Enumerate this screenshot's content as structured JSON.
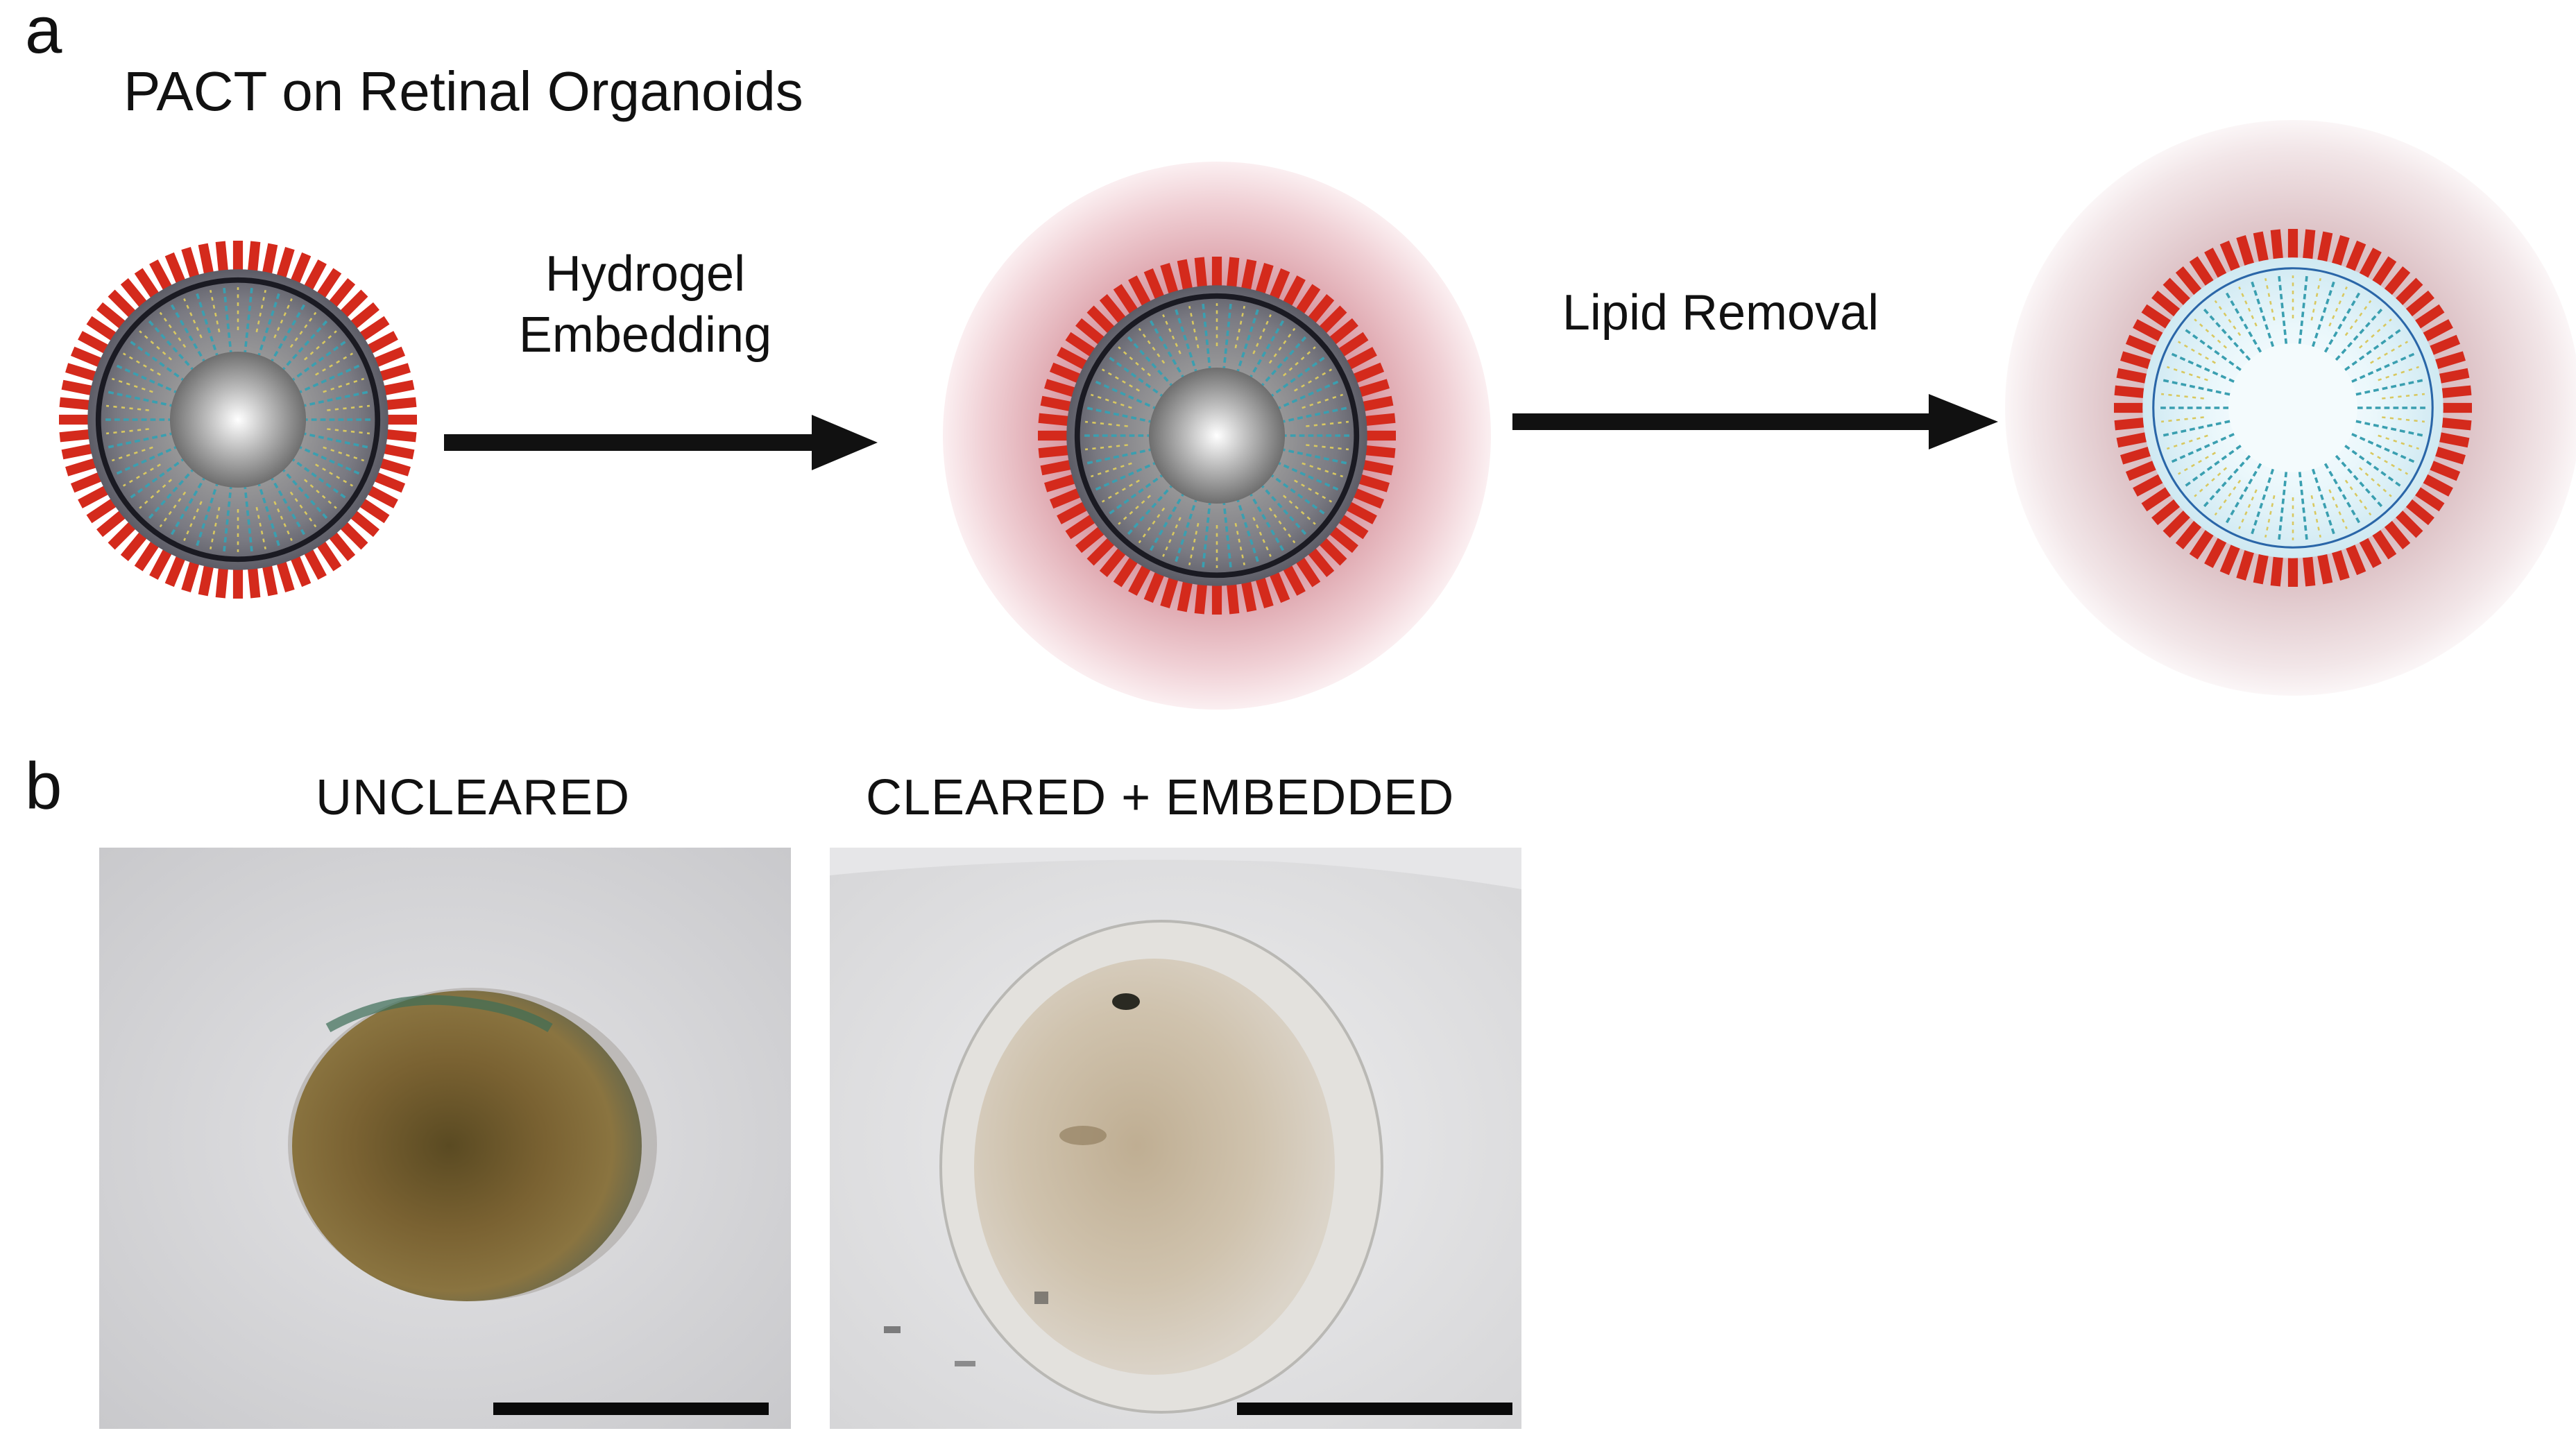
{
  "panel_a": {
    "label": "a",
    "title": "PACT on Retinal Organoids",
    "steps": [
      {
        "label_lines": [
          "Hydrogel",
          "Embedding"
        ]
      },
      {
        "label_lines": [
          "Lipid Removal"
        ]
      }
    ],
    "stages": [
      "organoid-icon",
      "embedded-organoid-icon",
      "cleared-organoid-icon"
    ]
  },
  "panel_b": {
    "label": "b",
    "images": [
      {
        "title": "UNCLEARED"
      },
      {
        "title": "CLEARED + EMBEDDED"
      }
    ]
  },
  "colors": {
    "photoreceptor_red": "#d42a1c",
    "cell_teal": "#3a9fb0",
    "hydrogel_pink": "#c97a86",
    "core_gray": "#8a8a8a",
    "arrow": "#111111",
    "uncleared_tissue": "#6f5a2c",
    "cleared_tissue": "#cdbfa8"
  }
}
